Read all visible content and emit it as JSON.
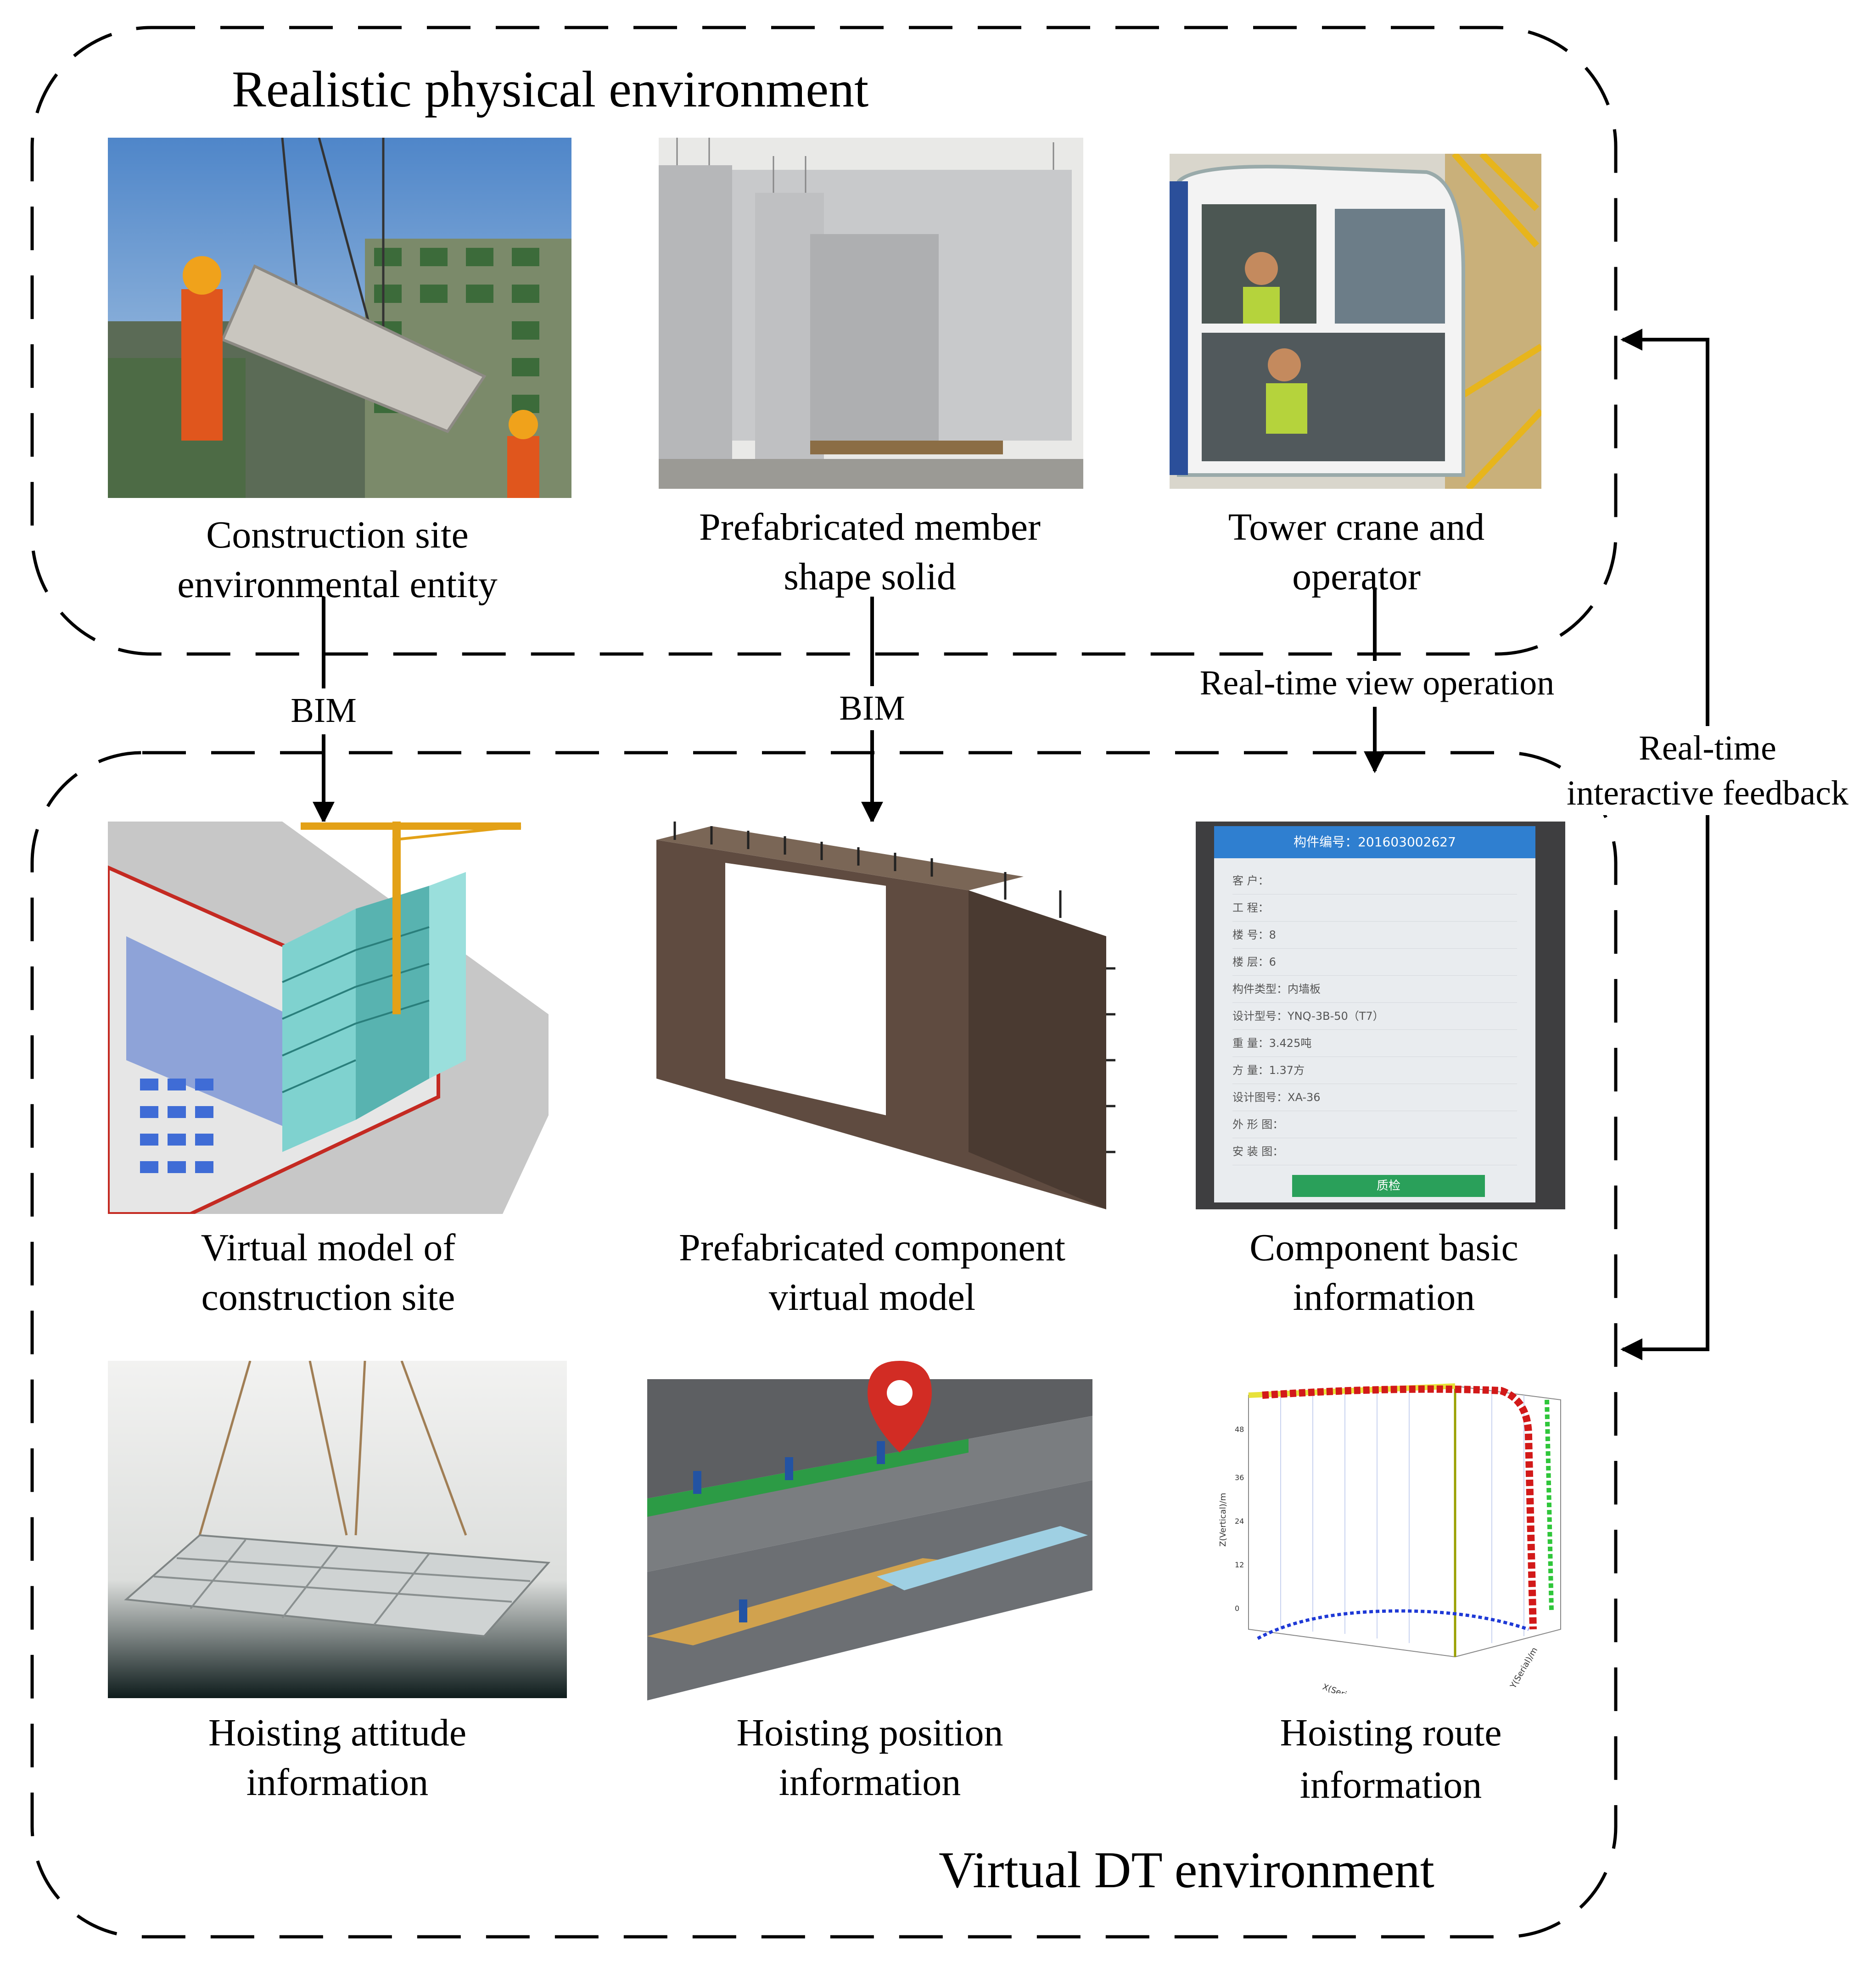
{
  "physical": {
    "title": "Realistic physical environment",
    "items": [
      {
        "label_1": "Construction site",
        "label_2": "environmental entity"
      },
      {
        "label_1": "Prefabricated member",
        "label_2": "shape solid"
      },
      {
        "label_1": "Tower crane and",
        "label_2": "operator"
      }
    ]
  },
  "virtual": {
    "title": "Virtual DT environment",
    "items": [
      {
        "label_1": "Virtual model of",
        "label_2": "construction site"
      },
      {
        "label_1": "Prefabricated component",
        "label_2": "virtual model"
      },
      {
        "label_1": "Component basic",
        "label_2": "information"
      },
      {
        "label_1": "Hoisting attitude",
        "label_2": "information"
      },
      {
        "label_1": "Hoisting position",
        "label_2": "information"
      },
      {
        "label_1": "Hoisting route",
        "label_2": "information"
      }
    ]
  },
  "connectors": {
    "bim_left": "BIM",
    "bim_middle": "BIM",
    "realtime_view": "Real-time view operation",
    "feedback_1": "Real-time",
    "feedback_2": "interactive feedback"
  },
  "tablet_screen": {
    "header": "构件编号：201603002627",
    "rows": [
      "客 户：",
      "工 程：",
      "楼 号：8",
      "楼 层：6",
      "构件类型：内墙板",
      "设计型号：YNQ-3B-50（T7）",
      "重 量：3.425吨",
      "方 量：1.37方",
      "设计图号：XA-36",
      "外 形 图：",
      "安 装 图："
    ],
    "button": "质检"
  },
  "route_chart": {
    "z_axis_label": "Z(Vertical)/m",
    "x_axis_label": "X(Serial)/m",
    "y_axis_label": "Y(Serial)/m",
    "z_ticks": [
      "0",
      "12",
      "24",
      "36",
      "48"
    ]
  }
}
